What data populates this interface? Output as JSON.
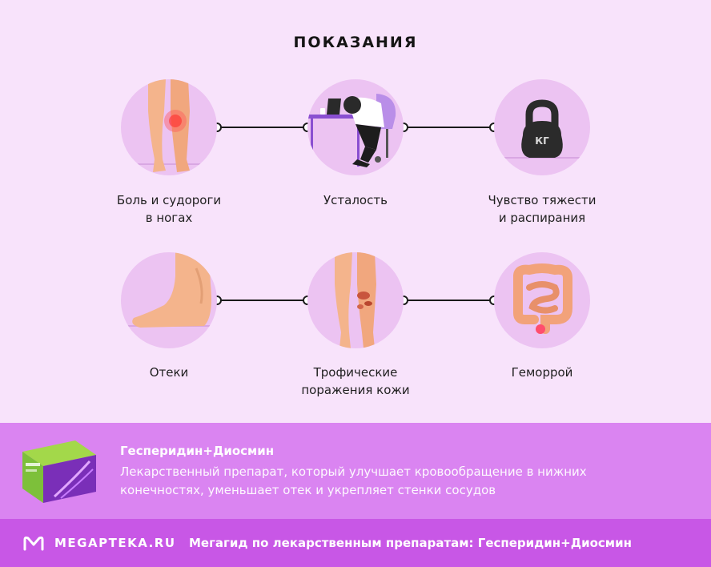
{
  "title": "ПОКАЗАНИЯ",
  "indications": [
    {
      "line1": "Боль и судороги",
      "line2": "в ногах",
      "icon": "legs-pain-icon"
    },
    {
      "line1": "Усталость",
      "line2": "",
      "icon": "tired-person-icon"
    },
    {
      "line1": "Чувство тяжести",
      "line2": "и распирания",
      "icon": "kettlebell-icon"
    },
    {
      "line1": "Отеки",
      "line2": "",
      "icon": "swollen-foot-icon"
    },
    {
      "line1": "Трофические",
      "line2": "поражения кожи",
      "icon": "skin-lesion-legs-icon"
    },
    {
      "line1": "Геморрой",
      "line2": "",
      "icon": "intestine-icon"
    }
  ],
  "kettlebell_text": "КГ",
  "product": {
    "name": "Гесперидин+Диосмин",
    "description": "Лекарственный препарат, который улучшает кровообращение в нижних конечностях, уменьшает отек и укрепляет стенки сосудов"
  },
  "footer": {
    "logo": "MEGAPTEKA.RU",
    "text": "Мегагид по лекарственным препаратам: Гесперидин+Диосмин"
  },
  "colors": {
    "background": "#f8e3fb",
    "circle": "#ecc3f2",
    "product_band": "#da84f1",
    "footer_band": "#c857e6"
  }
}
